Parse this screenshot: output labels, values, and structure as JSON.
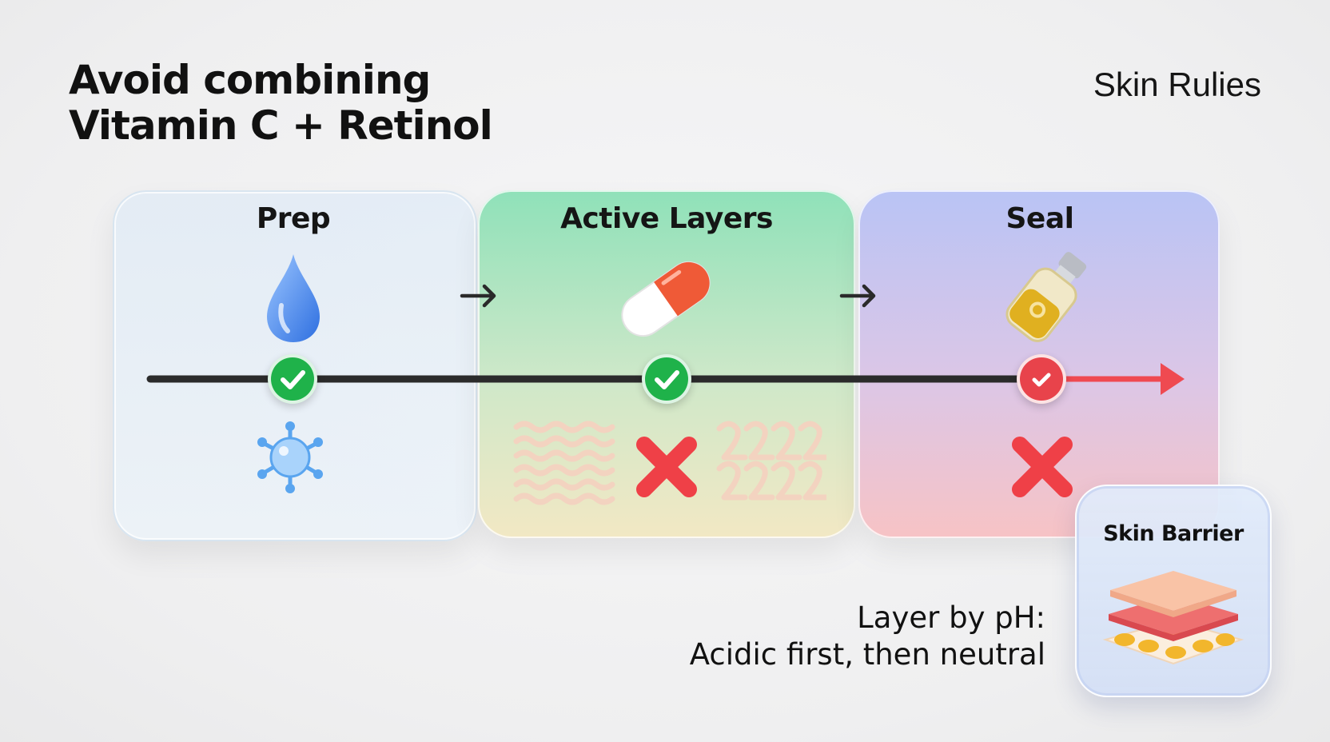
{
  "title": {
    "line1": "Avoid combining",
    "line2": "Vitamin C + Retinol"
  },
  "brand": "Skin Rulies",
  "stages": [
    {
      "label": "Prep",
      "top_icon": "water-drop-icon",
      "marker": "check",
      "bottom_icons": [
        "molecule-icon"
      ]
    },
    {
      "label": "Active Layers",
      "top_icon": "capsule-icon",
      "marker": "check",
      "bottom_icons": [
        "wavy-texture-icon",
        "x-mark-icon",
        "coil-texture-icon"
      ]
    },
    {
      "label": "Seal",
      "top_icon": "serum-vial-icon",
      "marker": "check",
      "bottom_icons": [
        "x-mark-icon"
      ]
    }
  ],
  "barrier_card": {
    "title": "Skin Barrier",
    "icon": "skin-layers-icon"
  },
  "note": {
    "line1": "Layer by pH:",
    "line2": "Acidic first, then neutral"
  },
  "colors": {
    "check_green": "#1fb24a",
    "alert_red": "#e8434b",
    "active_panel_top": "#8fe1b9",
    "seal_panel_top": "#b9c4f5",
    "timeline": "#2b2b2b"
  }
}
